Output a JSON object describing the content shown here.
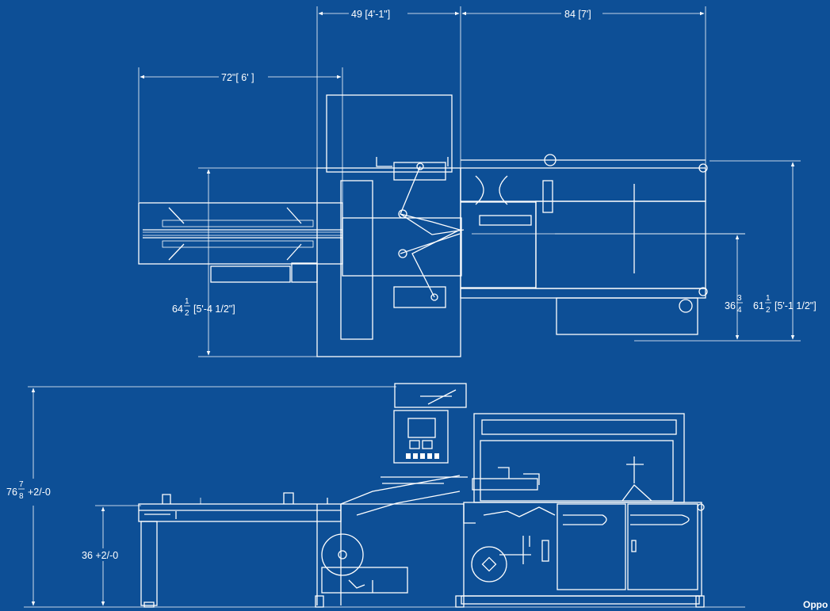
{
  "drawing": {
    "top_view": {
      "dim_49": "49 [4'-1\"]",
      "dim_84": "84 [7']",
      "dim_72": "72\"[ 6' ]",
      "dim_64": {
        "whole": "64",
        "num": "1",
        "den": "2",
        "rest": "[5'-4 1/2\"]"
      },
      "dim_36_3_4": {
        "whole": "36",
        "num": "3",
        "den": "4"
      },
      "dim_61": {
        "whole": "61",
        "num": "1",
        "den": "2",
        "rest": "[5'-1 1/2\"]"
      }
    },
    "side_view": {
      "dim_76": {
        "whole": "76",
        "num": "7",
        "den": "8",
        "rest": "+2/-0"
      },
      "dim_36": "36 +2/-0"
    },
    "corner_label": "Oppo"
  }
}
